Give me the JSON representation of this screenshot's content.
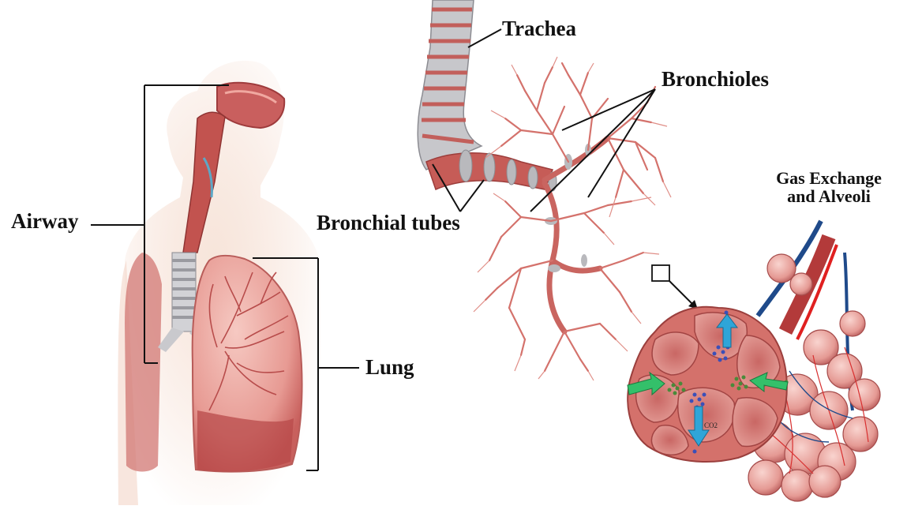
{
  "labels": {
    "trachea": "Trachea",
    "bronchioles": "Bronchioles",
    "airway": "Airway",
    "bronchial_tubes": "Bronchial tubes",
    "lung": "Lung",
    "gas_exchange_line1": "Gas Exchange",
    "gas_exchange_line2": "and Alveoli",
    "co2": "CO2"
  },
  "colors": {
    "tissue": "#c95f5e",
    "tissue_dark": "#9e3b3c",
    "tissue_light": "#f2b8b0",
    "cartilage": "#b9b9bd",
    "skin": "#f6ddd0",
    "oxygen_arrow": "#34c06a",
    "co2_arrow": "#2fa5d8",
    "vein": "#1f4a8a",
    "artery": "#e02020",
    "line": "#111111"
  }
}
